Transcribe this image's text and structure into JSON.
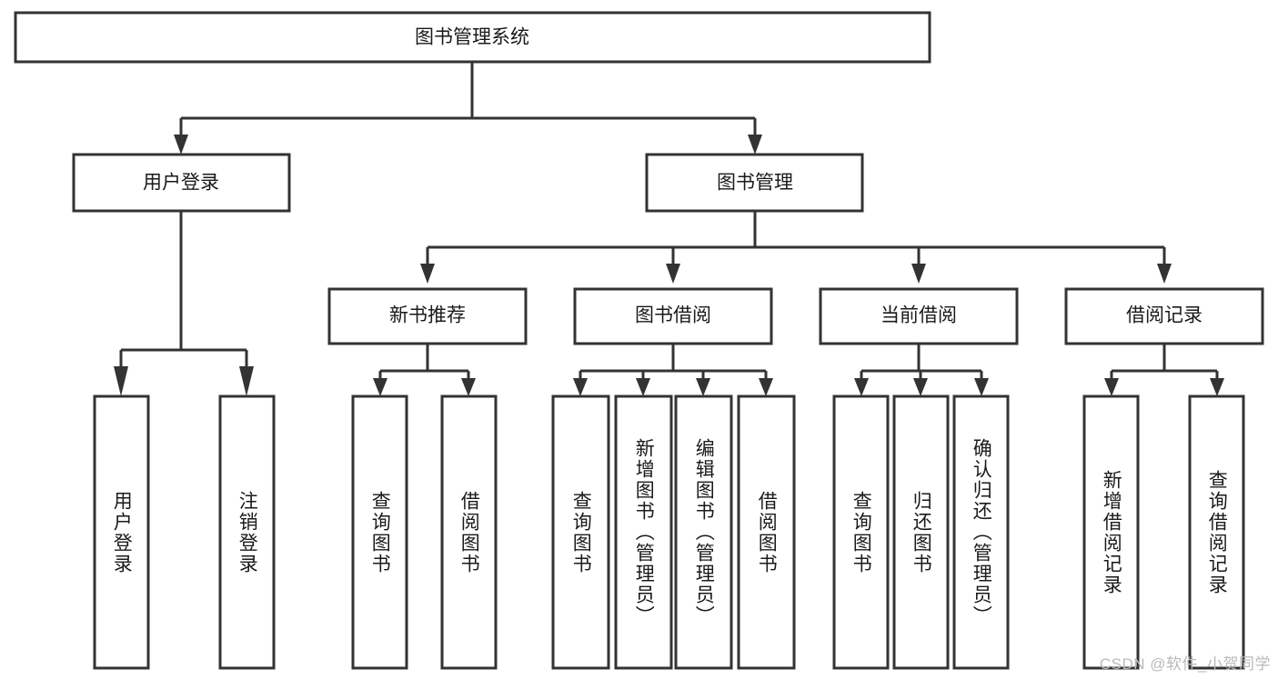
{
  "diagram": {
    "type": "hierarchy-tree",
    "title": "图书管理系统",
    "orientation": "top-down",
    "colors": {
      "box_stroke": "#333333",
      "box_fill": "#ffffff",
      "connector": "#333333",
      "text": "#1a1a1a",
      "watermark": "#b9b9b9",
      "background": "#ffffff"
    },
    "levels": [
      {
        "level": 1,
        "nodes": [
          {
            "id": "root",
            "label": "图书管理系统",
            "orientation": "horizontal"
          }
        ]
      },
      {
        "level": 2,
        "nodes": [
          {
            "id": "user-login",
            "label": "用户登录",
            "orientation": "horizontal",
            "parent": "root"
          },
          {
            "id": "book-manage",
            "label": "图书管理",
            "orientation": "horizontal",
            "parent": "root"
          }
        ]
      },
      {
        "level": 3,
        "nodes": [
          {
            "id": "new-book-rec",
            "label": "新书推荐",
            "orientation": "horizontal",
            "parent": "book-manage"
          },
          {
            "id": "book-borrow",
            "label": "图书借阅",
            "orientation": "horizontal",
            "parent": "book-manage"
          },
          {
            "id": "current-borrow",
            "label": "当前借阅",
            "orientation": "horizontal",
            "parent": "book-manage"
          },
          {
            "id": "borrow-record",
            "label": "借阅记录",
            "orientation": "horizontal",
            "parent": "book-manage"
          }
        ]
      },
      {
        "level": 4,
        "nodes": [
          {
            "id": "leaf-user-login",
            "label": "用户登录",
            "orientation": "vertical",
            "parent": "user-login"
          },
          {
            "id": "leaf-logout",
            "label": "注销登录",
            "orientation": "vertical",
            "parent": "user-login"
          },
          {
            "id": "leaf-query-book-1",
            "label": "查询图书",
            "orientation": "vertical",
            "parent": "new-book-rec"
          },
          {
            "id": "leaf-borrow-book-1",
            "label": "借阅图书",
            "orientation": "vertical",
            "parent": "new-book-rec"
          },
          {
            "id": "leaf-query-book-2",
            "label": "查询图书",
            "orientation": "vertical",
            "parent": "book-borrow"
          },
          {
            "id": "leaf-add-book",
            "label": "新增图书（管理员）",
            "orientation": "vertical",
            "parent": "book-borrow"
          },
          {
            "id": "leaf-edit-book",
            "label": "编辑图书（管理员）",
            "orientation": "vertical",
            "parent": "book-borrow"
          },
          {
            "id": "leaf-borrow-book-2",
            "label": "借阅图书",
            "orientation": "vertical",
            "parent": "book-borrow"
          },
          {
            "id": "leaf-query-book-3",
            "label": "查询图书",
            "orientation": "vertical",
            "parent": "current-borrow"
          },
          {
            "id": "leaf-return-book",
            "label": "归还图书",
            "orientation": "vertical",
            "parent": "current-borrow"
          },
          {
            "id": "leaf-confirm-return",
            "label": "确认归还（管理员）",
            "orientation": "vertical",
            "parent": "current-borrow"
          },
          {
            "id": "leaf-add-record",
            "label": "新增借阅记录",
            "orientation": "vertical",
            "parent": "borrow-record"
          },
          {
            "id": "leaf-query-record",
            "label": "查询借阅记录",
            "orientation": "vertical",
            "parent": "borrow-record"
          }
        ]
      }
    ]
  },
  "watermark": {
    "text": "CSDN @软件_小贺同学"
  }
}
